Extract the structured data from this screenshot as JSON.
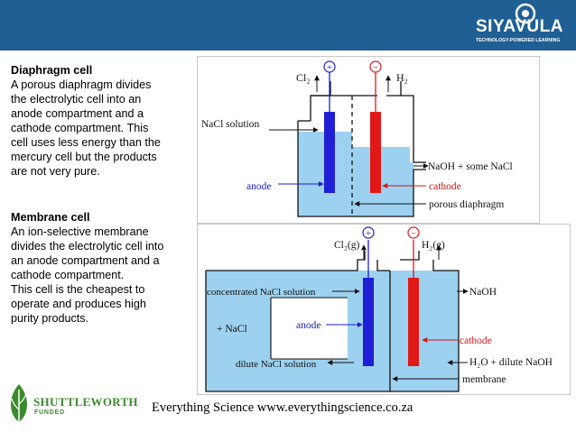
{
  "brand": {
    "name": "SIYAVULA",
    "tagline": "TECHNOLOGY-POWERED LEARNING"
  },
  "diaphragm": {
    "heading": "Diaphragm cell",
    "body": "A porous diaphragm divides\nthe electrolytic cell into an\nanode compartment and a\ncathode compartment. This\ncell uses less energy than the\nmercury cell but the products\nare not very pure."
  },
  "membrane": {
    "heading": "Membrane cell",
    "body": "An ion-selective membrane\ndivides the electrolytic cell into\nan anode compartment and a\ncathode compartment.\nThis cell is the cheapest to\noperate and produces high\npurity products."
  },
  "diagram1": {
    "cl2_label": "Cl₂",
    "h2_label": "H₂",
    "plus": "+",
    "minus": "−",
    "nacl_solution": "NaCl solution",
    "naoh_nacl": "NaOH + some NaCl",
    "anode": "anode",
    "cathode": "cathode",
    "porous_diaphragm": "porous diaphragm"
  },
  "diagram2": {
    "cl2g_label": "Cl₂(g)",
    "h2g_label": "H₂(g)",
    "plus": "+",
    "minus": "−",
    "concentrated": "concentrated NaCl solution",
    "plus_nacl": "+ NaCl",
    "anode": "anode",
    "dilute": "dilute NaCl solution",
    "naoh": "NaOH",
    "cathode": "cathode",
    "h2o_naoh": "H₂O + dilute NaOH",
    "membrane": "membrane"
  },
  "footer": {
    "text": "Everything Science www.everythingscience.co.za"
  },
  "sponsor": {
    "name": "SHUTTLEWORTH",
    "sub": "FUNDED"
  },
  "colors": {
    "header_bg": "#1f5f94",
    "solution": "#9dd1f0",
    "anode": "#1f1fd6",
    "cathode": "#e01818",
    "label_blue": "#1a1ad0",
    "label_red": "#d01818",
    "sponsor_green": "#3c8a2e"
  }
}
